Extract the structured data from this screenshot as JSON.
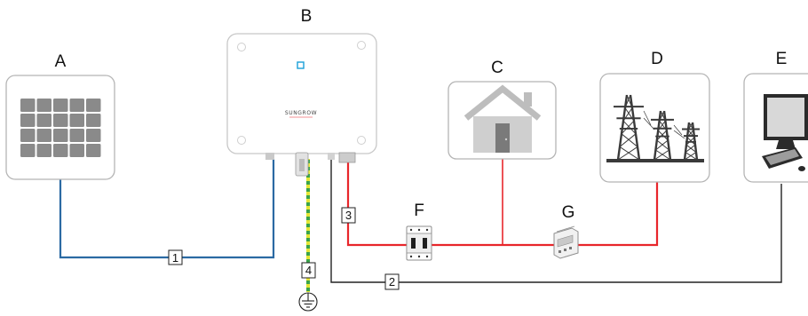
{
  "labels": {
    "pv_module": "A",
    "inverter": "B",
    "house": "C",
    "grid": "D",
    "computer": "E",
    "breaker": "F",
    "meter": "G"
  },
  "cable_numbers": {
    "dc_cable": "1",
    "comm_cable": "2",
    "ac_cable": "3",
    "pe_cable": "4"
  },
  "inverter_brand": "SUNGROW",
  "icons": [
    "solar-panel-icon",
    "inverter-icon",
    "house-icon",
    "power-tower-icon",
    "computer-icon",
    "circuit-breaker-icon",
    "energy-meter-icon",
    "ground-symbol-icon"
  ],
  "colors": {
    "dc_cable": "#2b6aa3",
    "ac_cable": "#e8262b",
    "pe_cable_yellow": "#e4e633",
    "pe_cable_green": "#3aa34a",
    "comm_cable": "#222222",
    "indicator": "#1a9fd9"
  }
}
